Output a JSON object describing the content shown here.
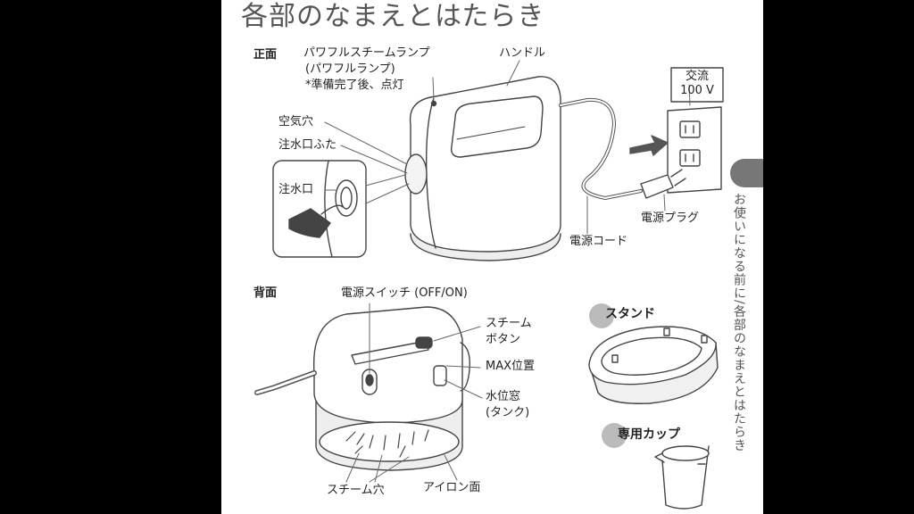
{
  "title": "各部のなまえとはたらき",
  "front": {
    "heading": "正面",
    "labels": {
      "lamp_1": "パワフルスチームランプ",
      "lamp_2": "(パワフルランプ)",
      "lamp_3": "*準備完了後、点灯",
      "handle": "ハンドル",
      "air_hole": "空気穴",
      "water_cap": "注水口ふた",
      "water_inlet": "注水口",
      "power_plug": "電源プラグ",
      "power_cord": "電源コード"
    },
    "outlet": {
      "line1": "交流",
      "line2": "100 V"
    }
  },
  "back": {
    "heading": "背面",
    "labels": {
      "power_switch": "電源スイッチ (OFF/ON)",
      "steam_button_1": "スチーム",
      "steam_button_2": "ボタン",
      "max_position": "MAX位置",
      "water_window_1": "水位窓",
      "water_window_2": "(タンク)",
      "steam_holes": "スチーム穴",
      "iron_surface": "アイロン面"
    }
  },
  "accessories": {
    "stand": "スタンド",
    "cup": "専用カップ"
  },
  "side_tab": {
    "text": "お使いになる前に/各部のなまえとはたらき"
  }
}
